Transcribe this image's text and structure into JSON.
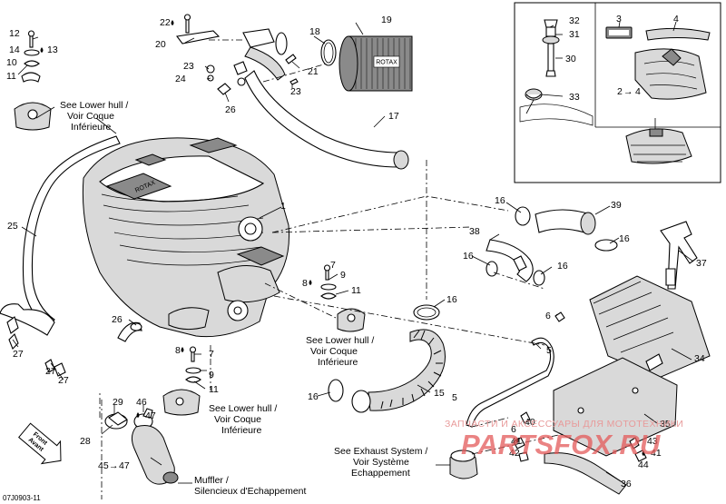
{
  "diagram_id": "07J0903-11",
  "callouts": {
    "c1": "1",
    "c3": "3",
    "c4": "4",
    "c5a": "5",
    "c5b": "5",
    "c6a": "6",
    "c6b": "6",
    "c7a": "7",
    "c7b": "7",
    "c8a": "8",
    "c8b": "8",
    "c9a": "9",
    "c9b": "9",
    "c10": "10",
    "c11a": "11",
    "c11b": "11",
    "c11c": "11",
    "c12": "12",
    "c13": "13",
    "c14": "14",
    "c15": "15",
    "c16a": "16",
    "c16b": "16",
    "c16c": "16",
    "c16d": "16",
    "c16e": "16",
    "c17": "17",
    "c18": "18",
    "c19": "19",
    "c20": "20",
    "c21": "21",
    "c22": "22",
    "c23a": "23",
    "c23b": "23",
    "c24": "24",
    "c25": "25",
    "c26a": "26",
    "c26b": "26",
    "c27a": "27",
    "c27b": "27",
    "c27c": "27",
    "c28": "28",
    "c29": "29",
    "c30": "30",
    "c31": "31",
    "c32": "32",
    "c33": "33",
    "c34": "34",
    "c35": "35",
    "c36": "36",
    "c37": "37",
    "c38": "38",
    "c39": "39",
    "c40": "40",
    "c41a": "41",
    "c41b": "41",
    "c42": "42",
    "c43": "43",
    "c44": "44",
    "c45": "45",
    "c46": "46",
    "c47a": "47",
    "c47b": "47",
    "c24_4": "2",
    "c24_4b": "4"
  },
  "notes": {
    "lower_hull_1": [
      "See Lower hull /",
      "Voir Coque",
      "Inférieure"
    ],
    "lower_hull_2": [
      "See Lower hull /",
      "Voir Coque",
      "Inférieure"
    ],
    "lower_hull_3": [
      "See Lower hull /",
      "Voir Coque",
      "Inférieure"
    ],
    "exhaust": [
      "See Exhaust System /",
      "Voir Système",
      "Echappement"
    ],
    "muffler": [
      "Muffler /",
      "Silencieux d'Echappement"
    ],
    "front": [
      "Front",
      "Avant"
    ]
  },
  "labels": {
    "filter_brand": "ROTAX",
    "engine_brand": "ROTAX"
  },
  "watermark": {
    "text": "ЗАПЧАСТИ И АКСЕССУАРЫ ДЛЯ МОТОТЕХНИКИ",
    "logo": "PARTSFOX.RU"
  },
  "colors": {
    "line": "#000000",
    "watermark_text": "#e89a9a",
    "watermark_logo": "#e45a5a"
  }
}
